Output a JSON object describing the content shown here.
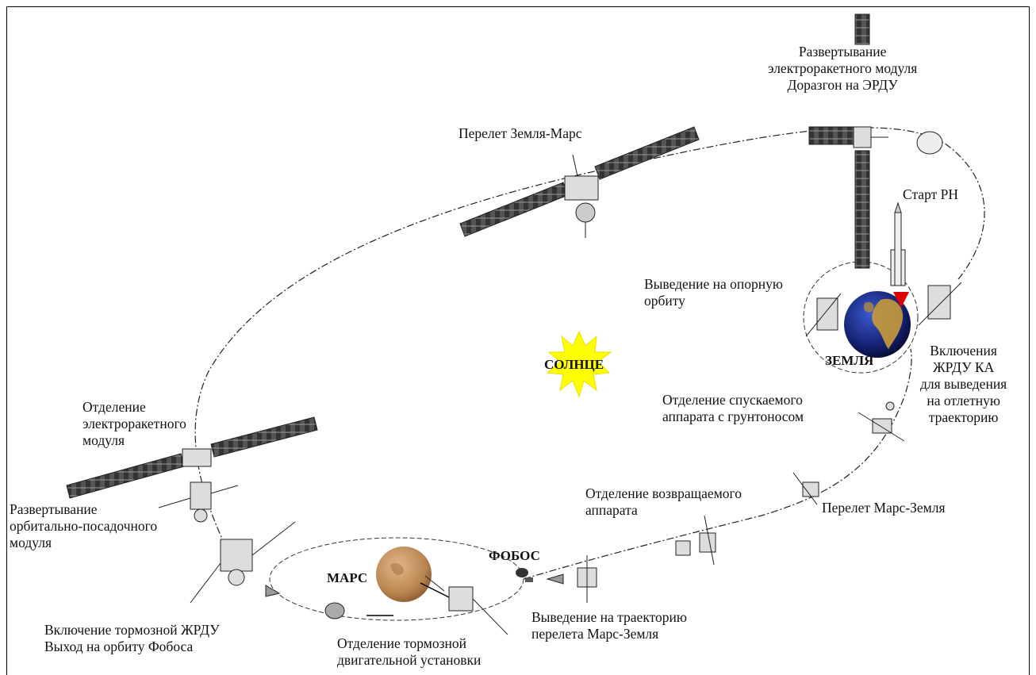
{
  "labels": {
    "razv_erm": "Развертывание\nэлектроракетного модуля\nДоразгон на ЭРДУ",
    "perelet_zm": "Перелет Земля-Марс",
    "start_rn": "Старт РН",
    "vyvedenie_opornaya": "Выведение на опорную\nорбиту",
    "zemlya": "ЗЕМЛЯ",
    "vkl_zhrdu_ka": "Включения\nЖРДУ КА\nдля выведения\nна отлетную\nтраекторию",
    "solnce": "СОЛНЦЕ",
    "otd_sa": "Отделение спускаемого\nаппарата с грунтоносом",
    "otd_erm": "Отделение\nэлектроракетного\nмодуля",
    "otd_va": "Отделение возвращаемого\nаппарата",
    "perelet_mz": "Перелет Марс-Земля",
    "razv_opm": "Развертывание\nорбитально-посадочного\nмодуля",
    "fobos": "ФОБОС",
    "mars": "МАРС",
    "vyv_traekt": "Выведение на траекторию\nперелета Марс-Земля",
    "vkl_tormoz": "Включение тормозной ЖРДУ\nВыход на орбиту Фобоса",
    "otd_tormoz": "Отделение тормозной\nдвигательной установки"
  },
  "colors": {
    "sun": "#ffff00",
    "earth_ocean": "#1a2a8a",
    "earth_land": "#c89a3a",
    "mars": "#c49560",
    "marker": "#dd0000"
  }
}
